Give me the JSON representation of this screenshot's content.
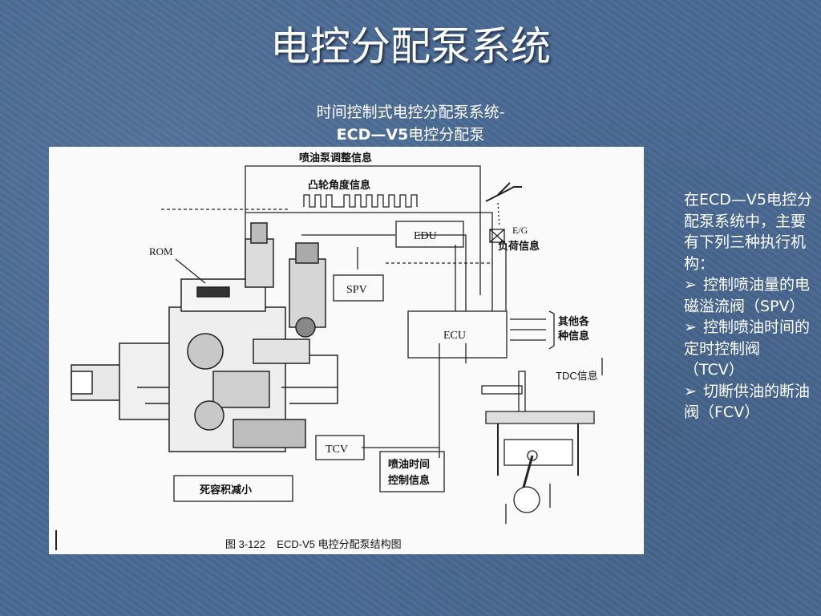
{
  "slide": {
    "title": "电控分配泵系统",
    "subtitle_line1": "时间控制式电控分配泵系统-",
    "subtitle_line2_bold": "ECD—V5",
    "subtitle_line2_rest": "电控分配泵",
    "side_text": {
      "intro": "在ECD—V5电控分配泵系统中，主要有下列三种执行机构：",
      "bullet_icon": "arrow-bullet-icon",
      "bullets": [
        "控制喷油量的电磁溢流阀（SPV）",
        "控制喷油时间的定时控制阀（TCV）",
        "切断供油的断油阀（FCV）"
      ]
    }
  },
  "diagram": {
    "labels": {
      "pump_adjust": "喷油泵调整信息",
      "cam_angle": "凸轮角度信息",
      "rom": "ROM",
      "edu": "EDU",
      "eg": "E/G",
      "load": "负荷信息",
      "spv": "SPV",
      "ecu": "ECU",
      "other1": "其他各",
      "other2": "种信息",
      "tdc": "TDC信息",
      "tcv": "TCV",
      "inj1": "喷油时间",
      "inj2": "控制信息",
      "dead": "死容积减小",
      "caption": "图 3-122    ECD-V5 电控分配泵结构图"
    }
  },
  "colors": {
    "background": "#4a6a94",
    "text": "#ffffff",
    "figure_bg": "#fafafa",
    "ink": "#222222"
  }
}
